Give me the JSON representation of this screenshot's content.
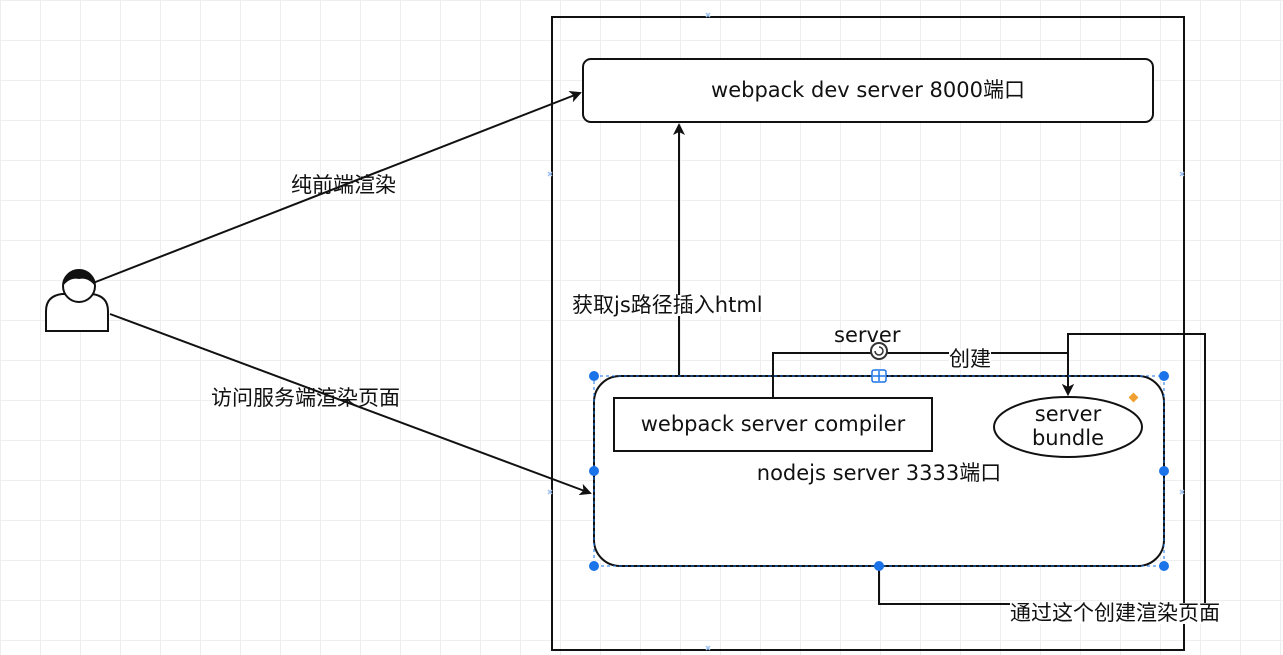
{
  "nodes": {
    "dev_server": "webpack dev server  8000端口",
    "compiler": "webpack server compiler",
    "nodejs_server": "nodejs server  3333端口",
    "server_bundle": "server\nbundle"
  },
  "edges": {
    "pure_frontend": "纯前端渲染",
    "visit_ssr": "访问服务端渲染页面",
    "get_js_path": "获取js路径插入html",
    "server": "server",
    "create": "创建",
    "create_render": "通过这个创建渲染页面"
  },
  "colors": {
    "stroke": "#111111",
    "selection": "#1a73e8",
    "grid": "#eeeeee",
    "handle_orange": "#f0a030"
  },
  "icons": {
    "user": "user-icon",
    "rotate": "rotate-handle-icon",
    "move": "move-handle-icon"
  }
}
